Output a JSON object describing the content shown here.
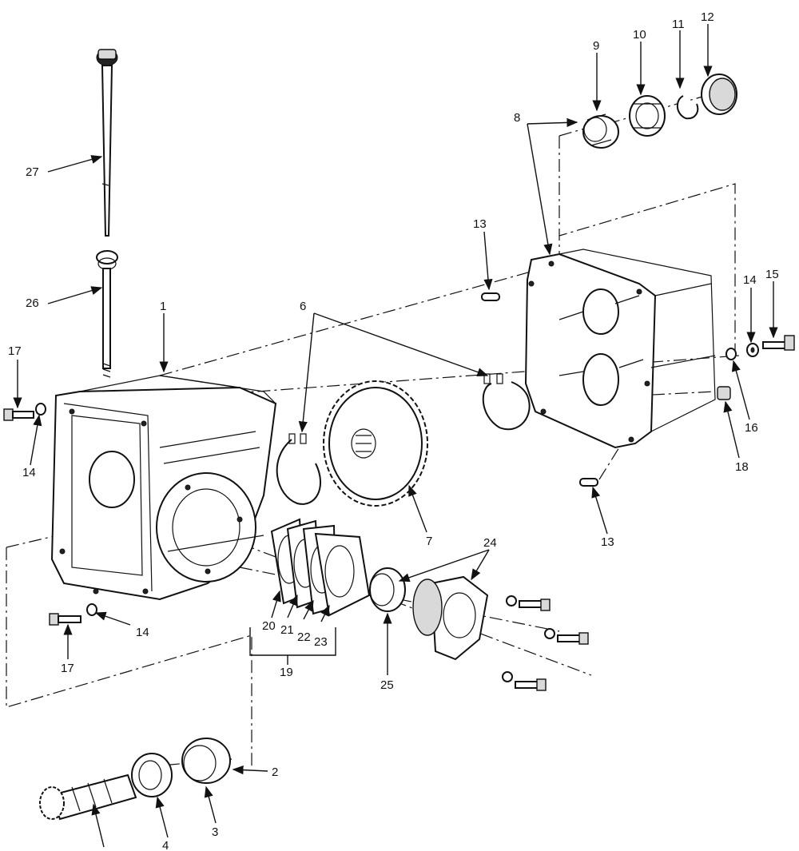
{
  "callouts": {
    "c1": "1",
    "c2": "2",
    "c3": "3",
    "c4": "4",
    "c6": "6",
    "c7": "7",
    "c8": "8",
    "c9": "9",
    "c10": "10",
    "c11": "11",
    "c12": "12",
    "c13a": "13",
    "c13b": "13",
    "c14a": "14",
    "c14b": "14",
    "c14c": "14",
    "c15": "15",
    "c16": "16",
    "c17a": "17",
    "c17b": "17",
    "c18": "18",
    "c19": "19",
    "c20": "20",
    "c21": "21",
    "c22": "22",
    "c23": "23",
    "c24": "24",
    "c25": "25",
    "c26": "26",
    "c27": "27"
  }
}
